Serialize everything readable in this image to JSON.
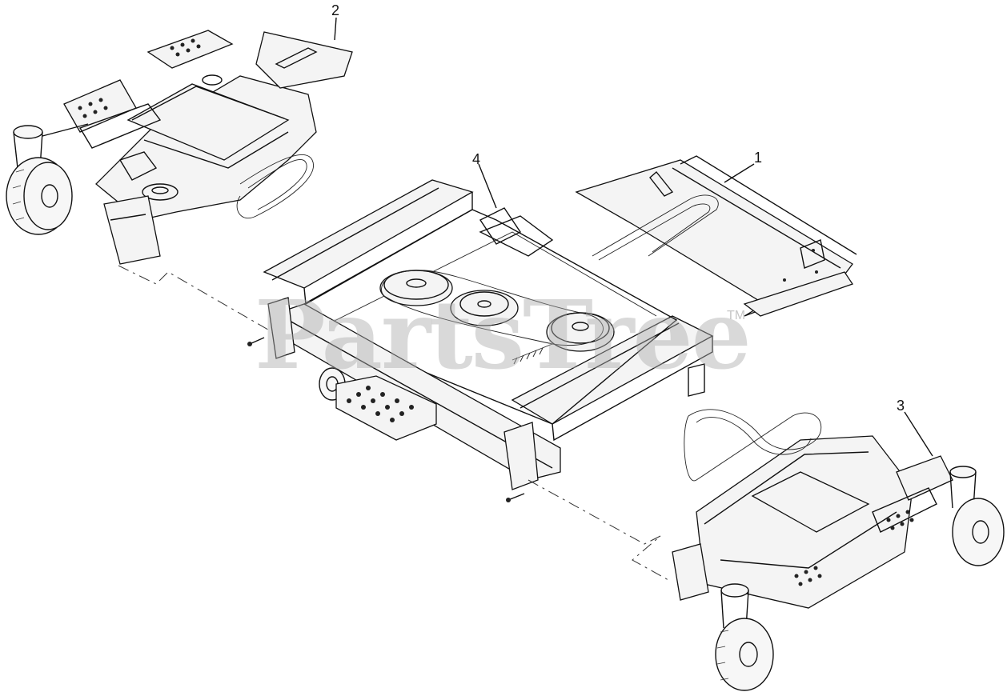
{
  "diagram": {
    "callouts": [
      {
        "id": "callout-1",
        "text": "1"
      },
      {
        "id": "callout-2",
        "text": "2"
      },
      {
        "id": "callout-3",
        "text": "3"
      },
      {
        "id": "callout-4",
        "text": "4"
      }
    ],
    "watermark": "PartsTree",
    "trademark": "TM"
  }
}
